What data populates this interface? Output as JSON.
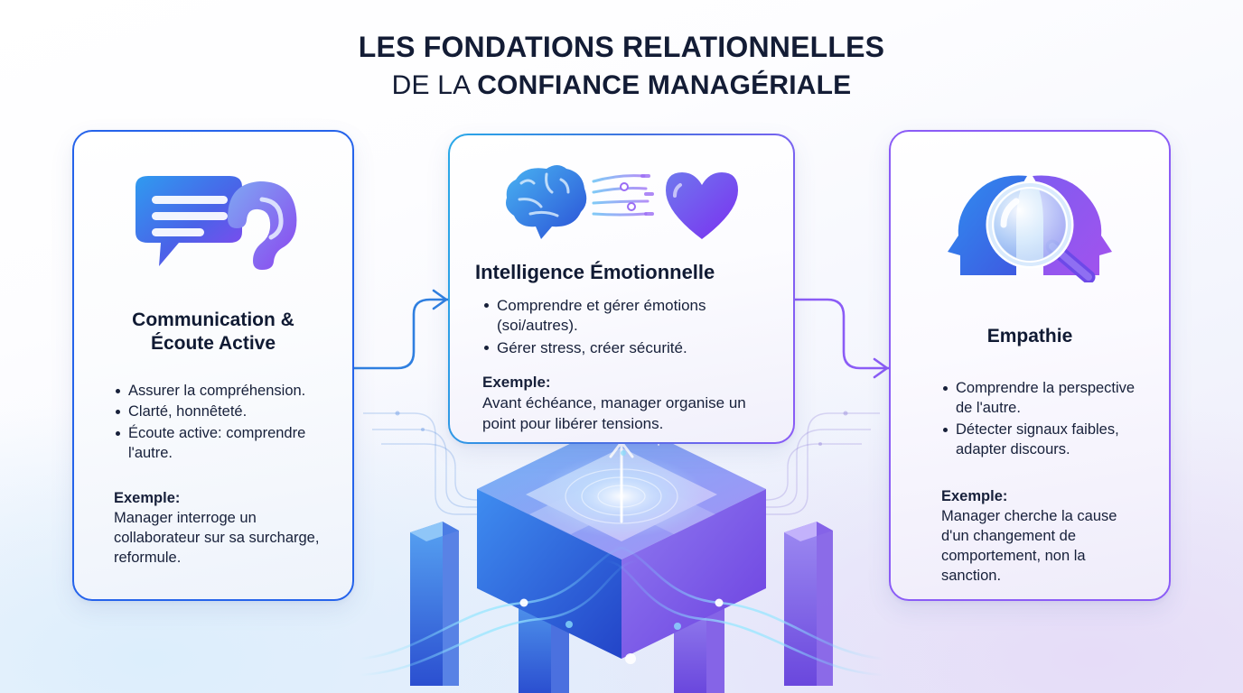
{
  "title": {
    "line1": "LES FONDATIONS RELATIONNELLES",
    "line2_prefix": "DE LA ",
    "line2_strong": "CONFIANCE MANAGÉRIALE"
  },
  "cards": [
    {
      "id": "communication",
      "icon": "speech-bubble-ear-icon",
      "title": "Communication &\nÉcoute Active",
      "title_line1": "Communication &",
      "title_line2": "Écoute Active",
      "bullets": [
        "Assurer la compréhension.",
        "Clarté, honnêteté.",
        "Écoute active: comprendre l'autre."
      ],
      "example_label": "Exemple:",
      "example_text": "Manager interroge un collaborateur sur sa surcharge, reformule.",
      "border_color": "#2563eb"
    },
    {
      "id": "intelligence-emotionnelle",
      "icon": "brain-heart-icon",
      "title": "Intelligence Émotionnelle",
      "bullets": [
        "Comprendre et gérer émotions (soi/autres).",
        "Gérer stress, créer sécurité."
      ],
      "example_label": "Exemple:",
      "example_text": "Avant échéance, manager organise un point pour libérer tensions.",
      "border_color_start": "#29a9e8",
      "border_color_end": "#8b5cf6"
    },
    {
      "id": "empathie",
      "icon": "two-heads-magnifier-icon",
      "title": "Empathie",
      "bullets": [
        "Comprendre la perspective de l'autre.",
        "Détecter signaux faibles, adapter discours."
      ],
      "example_label": "Exemple:",
      "example_text": "Manager cherche la cause d'un changement de comportement, non la sanction.",
      "border_color": "#8b5cf6"
    }
  ],
  "connectors": [
    {
      "id": "connector-left-to-center",
      "color": "#2f7fe0"
    },
    {
      "id": "connector-center-to-right",
      "color": "#8b5cf6"
    }
  ],
  "center_graphic": {
    "name": "isometric-cube-pillars-graphic",
    "description": "3D isometric cube with surrounding pillars and glowing light streams"
  },
  "theme": {
    "text_color": "#17203a",
    "title_color": "#131c35",
    "blue": "#2563eb",
    "purple": "#8b5cf6",
    "cyan": "#29a9e8"
  }
}
